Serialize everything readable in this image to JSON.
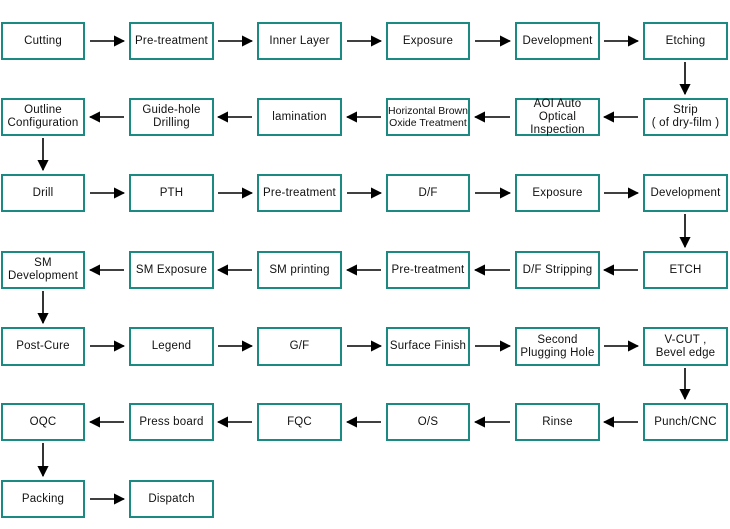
{
  "title": "",
  "colors": {
    "box_border": "#1a8a82",
    "arrow": "#000000"
  },
  "steps": [
    "Cutting",
    "Pre-treatment",
    "Inner Layer",
    "Exposure",
    "Development",
    "Etching",
    "Strip\n( of dry-film )",
    "AOI Auto Optical\nInspection",
    "Horizontal Brown\nOxide Treatment",
    "lamination",
    "Guide-hole\nDrilling",
    "Outline\nConfiguration",
    "Drill",
    "PTH",
    "Pre-treatment",
    "D/F",
    "Exposure",
    "Development",
    "ETCH",
    "D/F Stripping",
    "Pre-treatment",
    "SM printing",
    "SM Exposure",
    "SM\nDevelopment",
    "Post-Cure",
    "Legend",
    "G/F",
    "Surface Finish",
    "Second\nPlugging Hole",
    "V-CUT ,\nBevel edge",
    "Punch/CNC",
    "Rinse",
    "O/S",
    "FQC",
    "Press board",
    "OQC",
    "Packing",
    "Dispatch"
  ]
}
